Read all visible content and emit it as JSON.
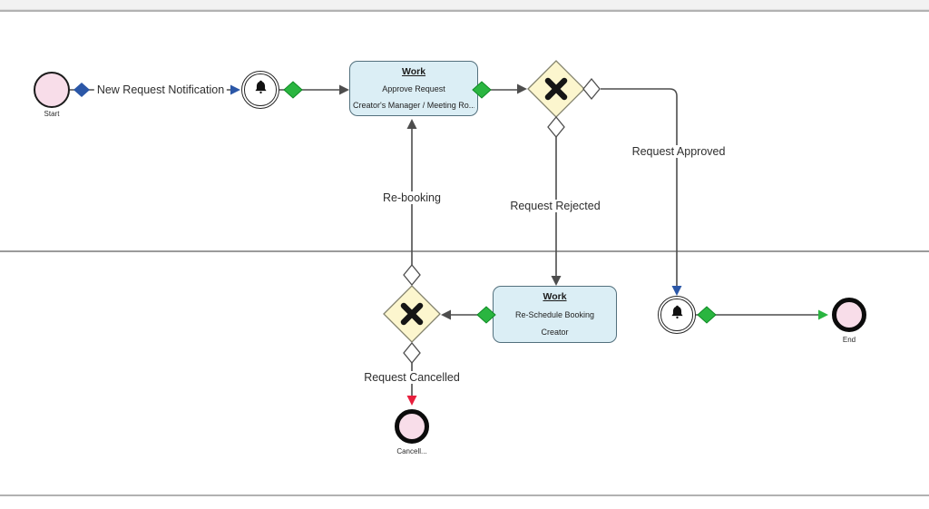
{
  "colors": {
    "pink": "#f8dde9",
    "blue": "#2b57a7",
    "green": "#2ab540",
    "green_stroke": "#0f8a24",
    "red": "#e81f3d",
    "yellow": "#fcf6ce",
    "gateway_stroke": "#83836e",
    "line": "#4d4d4d",
    "task_fill": "#dbeef5",
    "task_stroke": "#53707d"
  },
  "nodes": {
    "start": {
      "label": "Start"
    },
    "notify_event_1": {
      "icon": "bell"
    },
    "approve_task": {
      "title": "Work",
      "name": "Approve Request",
      "assignee": "Creator's Manager / Meeting Ro..."
    },
    "reschedule_task": {
      "title": "Work",
      "name": "Re-Schedule Booking",
      "assignee": "Creator"
    },
    "notify_event_2": {
      "icon": "bell"
    },
    "end": {
      "label": "End"
    },
    "cancel": {
      "label": "Cancell..."
    }
  },
  "edges": {
    "new_request": {
      "label": "New Request Notification"
    },
    "request_approved": {
      "label": "Request Approved"
    },
    "request_rejected": {
      "label": "Request Rejected"
    },
    "re_booking": {
      "label": "Re-booking"
    },
    "request_cancelled": {
      "label": "Request Cancelled"
    }
  }
}
